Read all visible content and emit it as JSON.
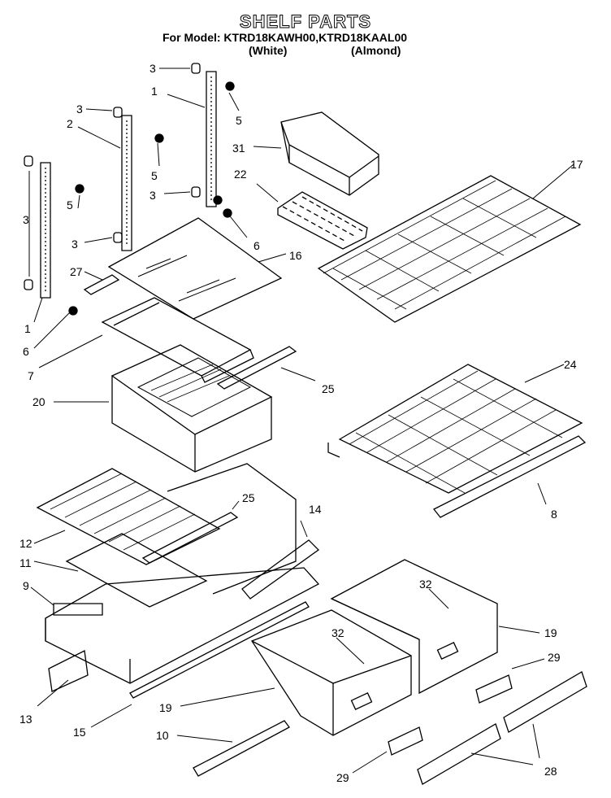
{
  "header": {
    "title": "SHELF PARTS",
    "model_line": "For Model: KTRD18KAWH00,KTRD18KAAL00",
    "variant_white": "(White)",
    "variant_almond": "(Almond)"
  },
  "callouts": [
    "3",
    "1",
    "3",
    "2",
    "5",
    "31",
    "17",
    "3",
    "5",
    "22",
    "3",
    "3",
    "5",
    "6",
    "3",
    "27",
    "16",
    "1",
    "6",
    "7",
    "25",
    "20",
    "24",
    "25",
    "14",
    "12",
    "11",
    "9",
    "32",
    "19",
    "32",
    "29",
    "13",
    "15",
    "19",
    "10",
    "29",
    "28",
    "8"
  ],
  "colors": {
    "line": "#000000",
    "background": "#ffffff"
  }
}
